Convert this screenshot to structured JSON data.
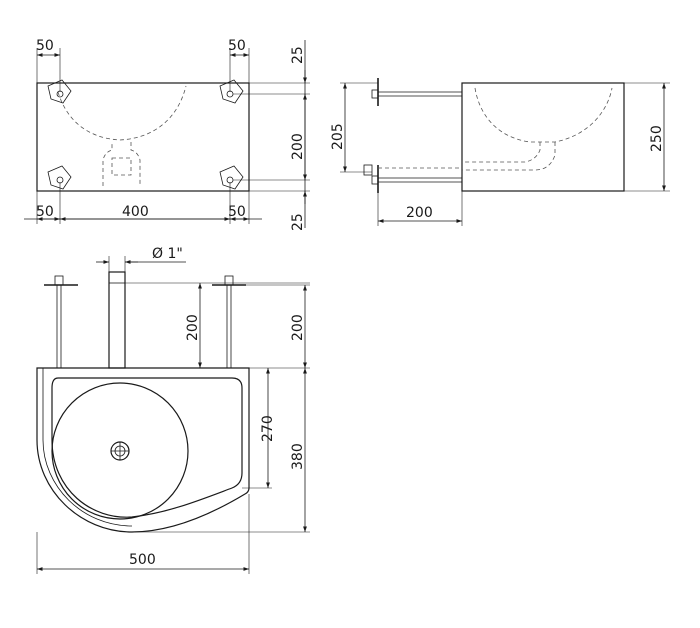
{
  "front_view": {
    "top_left_offset": "50",
    "top_right_offset": "50",
    "top_margin": "25",
    "bracket_spacing": "200",
    "bottom_margin": "25",
    "bottom_left_offset": "50",
    "bottom_width": "400",
    "bottom_right_offset": "50"
  },
  "side_view": {
    "height_205": "205",
    "height_250": "250",
    "depth_200": "200"
  },
  "top_view": {
    "pipe_diameter": "Ø 1\"",
    "pipe_length": "200",
    "rod_length": "200",
    "inner_depth": "270",
    "total_depth": "380",
    "total_width": "500"
  }
}
